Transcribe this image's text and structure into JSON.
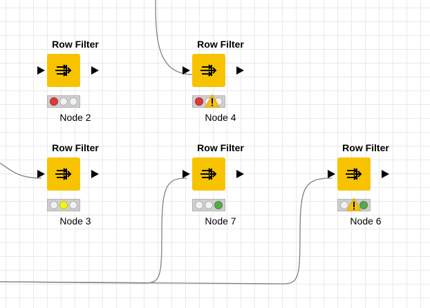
{
  "colors": {
    "node_fill": "#f7c300",
    "canvas_bg": "#ffffff",
    "grid": "#e9e9e9",
    "connection": "#808080",
    "light_red": "#d93a3a",
    "light_yellow": "#f2f21e",
    "light_green": "#5aa84a",
    "light_off": "#f1f1f1",
    "warning": "#f7c300"
  },
  "nodes": [
    {
      "id": "node-2",
      "title": "Row Filter",
      "label": "Node 2",
      "icon": "row-filter-icon",
      "status": "red",
      "warning": false
    },
    {
      "id": "node-4",
      "title": "Row Filter",
      "label": "Node 4",
      "icon": "row-filter-icon",
      "status": "red",
      "warning": true
    },
    {
      "id": "node-3",
      "title": "Row Filter",
      "label": "Node 3",
      "icon": "row-filter-icon",
      "status": "yellow",
      "warning": false
    },
    {
      "id": "node-7",
      "title": "Row Filter",
      "label": "Node 7",
      "icon": "row-filter-icon",
      "status": "green",
      "warning": false
    },
    {
      "id": "node-6",
      "title": "Row Filter",
      "label": "Node 6",
      "icon": "row-filter-icon",
      "status": "green",
      "warning": true
    }
  ]
}
